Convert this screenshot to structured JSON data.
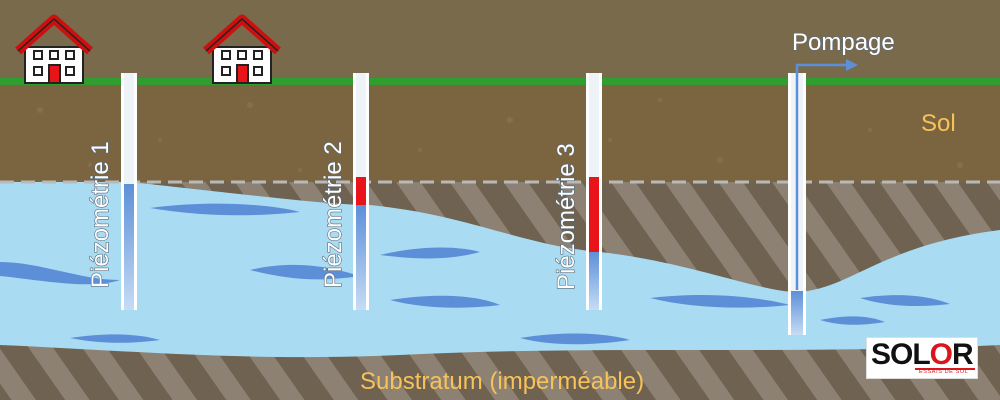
{
  "labels": {
    "piezo1": "Piézométrie 1",
    "piezo2": "Piézométrie 2",
    "piezo3": "Piézométrie 3",
    "pumping": "Pompage",
    "soil": "Sol",
    "substratum": "Substratum (imperméable)"
  },
  "logo": {
    "text_a": "SOL",
    "text_o": "O",
    "text_b": "R",
    "tagline": "ESSAIS DE SOL"
  },
  "icons": [
    "house-icon",
    "house-icon",
    "pumping-arrow-icon"
  ],
  "colors": {
    "grass": "#2f9e2f",
    "soil": "#7b6440",
    "water": "#a9dcf3",
    "water_dark": "#5d8fd8",
    "drawdown": "#e8141a",
    "label_orange": "#f7c25a"
  }
}
